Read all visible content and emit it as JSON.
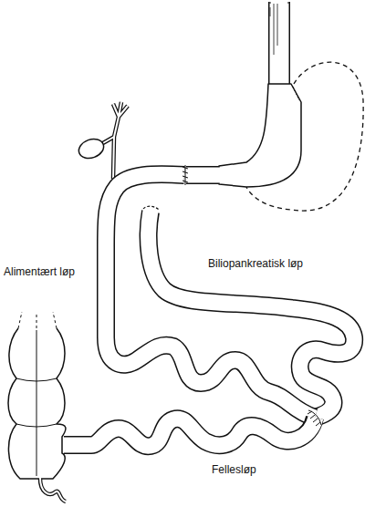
{
  "diagram": {
    "labels": [
      "Alimentært løp",
      "Biliopankreatisk løp",
      "Fellesløp"
    ]
  }
}
